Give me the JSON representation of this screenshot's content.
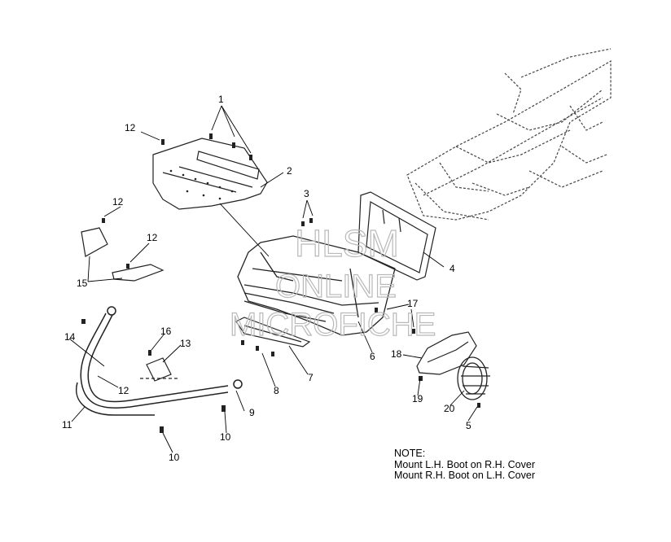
{
  "watermark": {
    "line1": "HLSM",
    "line2": "ONLINE",
    "line3": "MICROFICHE"
  },
  "callouts": {
    "c1": "1",
    "c2": "2",
    "c3": "3",
    "c4": "4",
    "c5": "5",
    "c6": "6",
    "c7": "7",
    "c8": "8",
    "c9": "9",
    "c10a": "10",
    "c10b": "10",
    "c11": "11",
    "c12a": "12",
    "c12b": "12",
    "c12c": "12",
    "c12d": "12",
    "c13": "13",
    "c14": "14",
    "c15": "15",
    "c16": "16",
    "c17": "17",
    "c18": "18",
    "c19": "19",
    "c20": "20"
  },
  "note": {
    "heading": "NOTE:",
    "line1": "Mount L.H. Boot on R.H. Cover",
    "line2": "Mount R.H. Boot on L.H. Cover"
  }
}
